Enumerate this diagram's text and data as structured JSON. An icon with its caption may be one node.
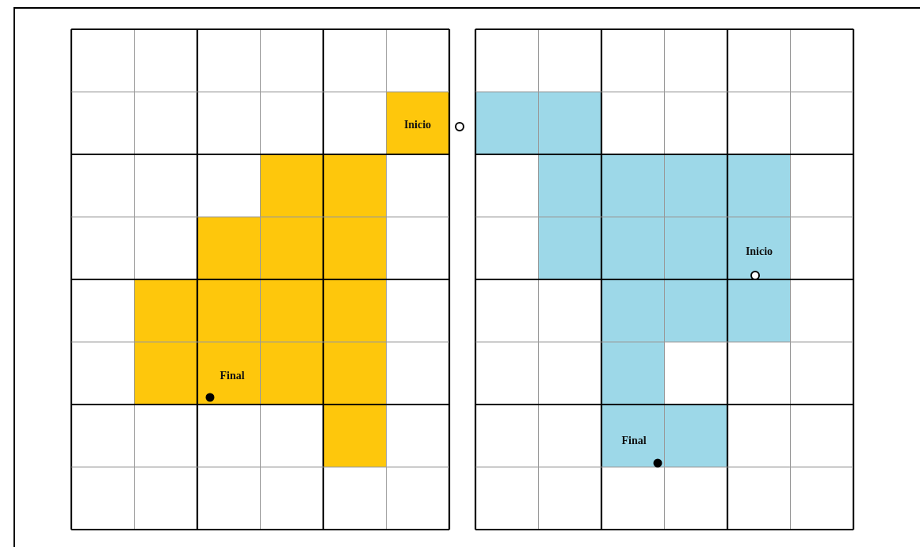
{
  "diagram": {
    "labels": [
      "Inicio",
      "Final",
      "Inicio",
      "Final"
    ]
  }
}
